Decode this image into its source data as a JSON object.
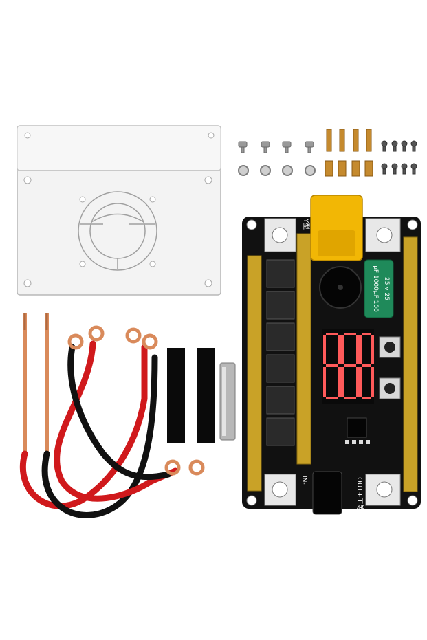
{
  "product": {
    "pcb_top_label": "Y型",
    "pcb_bottom_label": "OUT+工等",
    "pcb_in_label": "IN-",
    "capacitor_text": "µF 1000µF 100",
    "capacitor_voltage": "25 v 25",
    "display_digits": "888"
  },
  "colors": {
    "pcb": "#111111",
    "copper_bar": "#c9a227",
    "connector": "#f2b705",
    "wire_red": "#d0191c",
    "wire_black": "#111111",
    "copper": "#d98a5b",
    "acrylic": "#f0f0f0"
  }
}
